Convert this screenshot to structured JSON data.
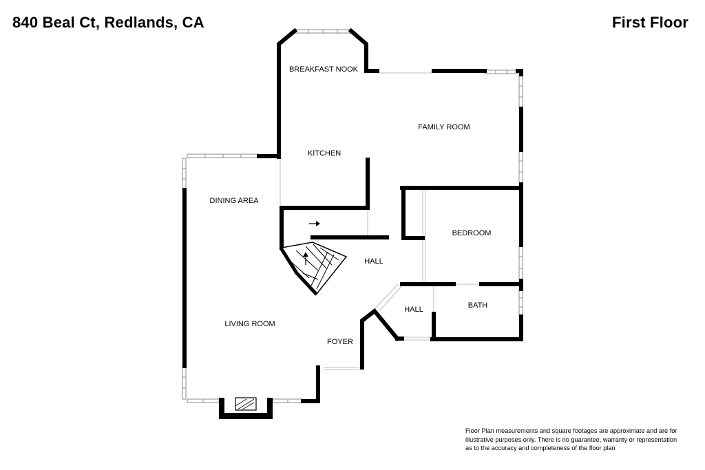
{
  "header": {
    "address": "840 Beal Ct, Redlands, CA",
    "floor_label": "First Floor"
  },
  "rooms": {
    "breakfast_nook": "BREAKFAST NOOK",
    "family_room": "FAMILY ROOM",
    "kitchen": "KITCHEN",
    "dining_area": "DINING AREA",
    "bedroom": "BEDROOM",
    "hall_center": "HALL",
    "hall_small": "HALL",
    "bath": "BATH",
    "living_room": "LIVING ROOM",
    "foyer": "FOYER"
  },
  "disclaimer": {
    "line1": "Floor Plan measurements and square footages are approximate and are for",
    "line2": "illustrative purposes only. There is no guarantee, warranty or representation",
    "line3": "as to the accuracy and completeness of the floor plan"
  },
  "colors": {
    "wall": "#000000",
    "window": "#9a9a9a",
    "background": "#ffffff"
  }
}
